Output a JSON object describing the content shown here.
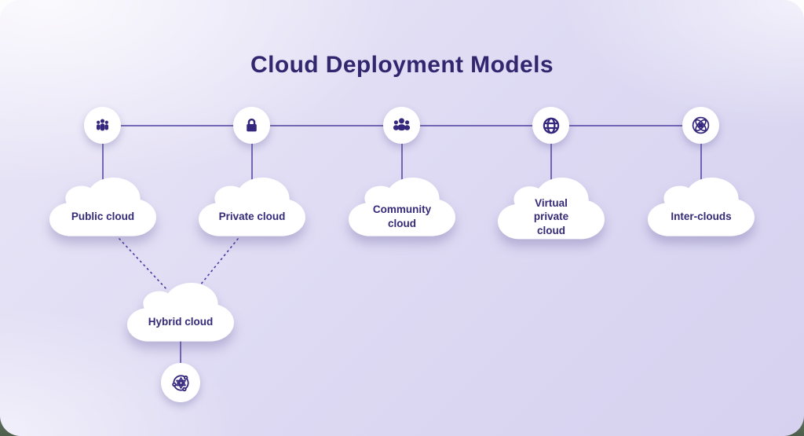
{
  "title": "Cloud Deployment Models",
  "colors": {
    "accent_text": "#32266f",
    "icon": "#35277e",
    "line": "#4c40a0",
    "cloud_fill": "#ffffff",
    "background": "#dcd8f2"
  },
  "nodes": [
    {
      "label": "Public cloud",
      "icon": "users-group-icon"
    },
    {
      "label": "Private cloud",
      "icon": "lock-icon"
    },
    {
      "label": "Community cloud",
      "icon": "community-people-icon"
    },
    {
      "label": "Virtual private cloud",
      "icon": "globe-icon"
    },
    {
      "label": "Inter-clouds",
      "icon": "atom-network-icon"
    }
  ],
  "hybrid": {
    "label": "Hybrid cloud",
    "icon": "gear-network-icon",
    "connected_to": [
      "Public cloud",
      "Private cloud"
    ]
  }
}
